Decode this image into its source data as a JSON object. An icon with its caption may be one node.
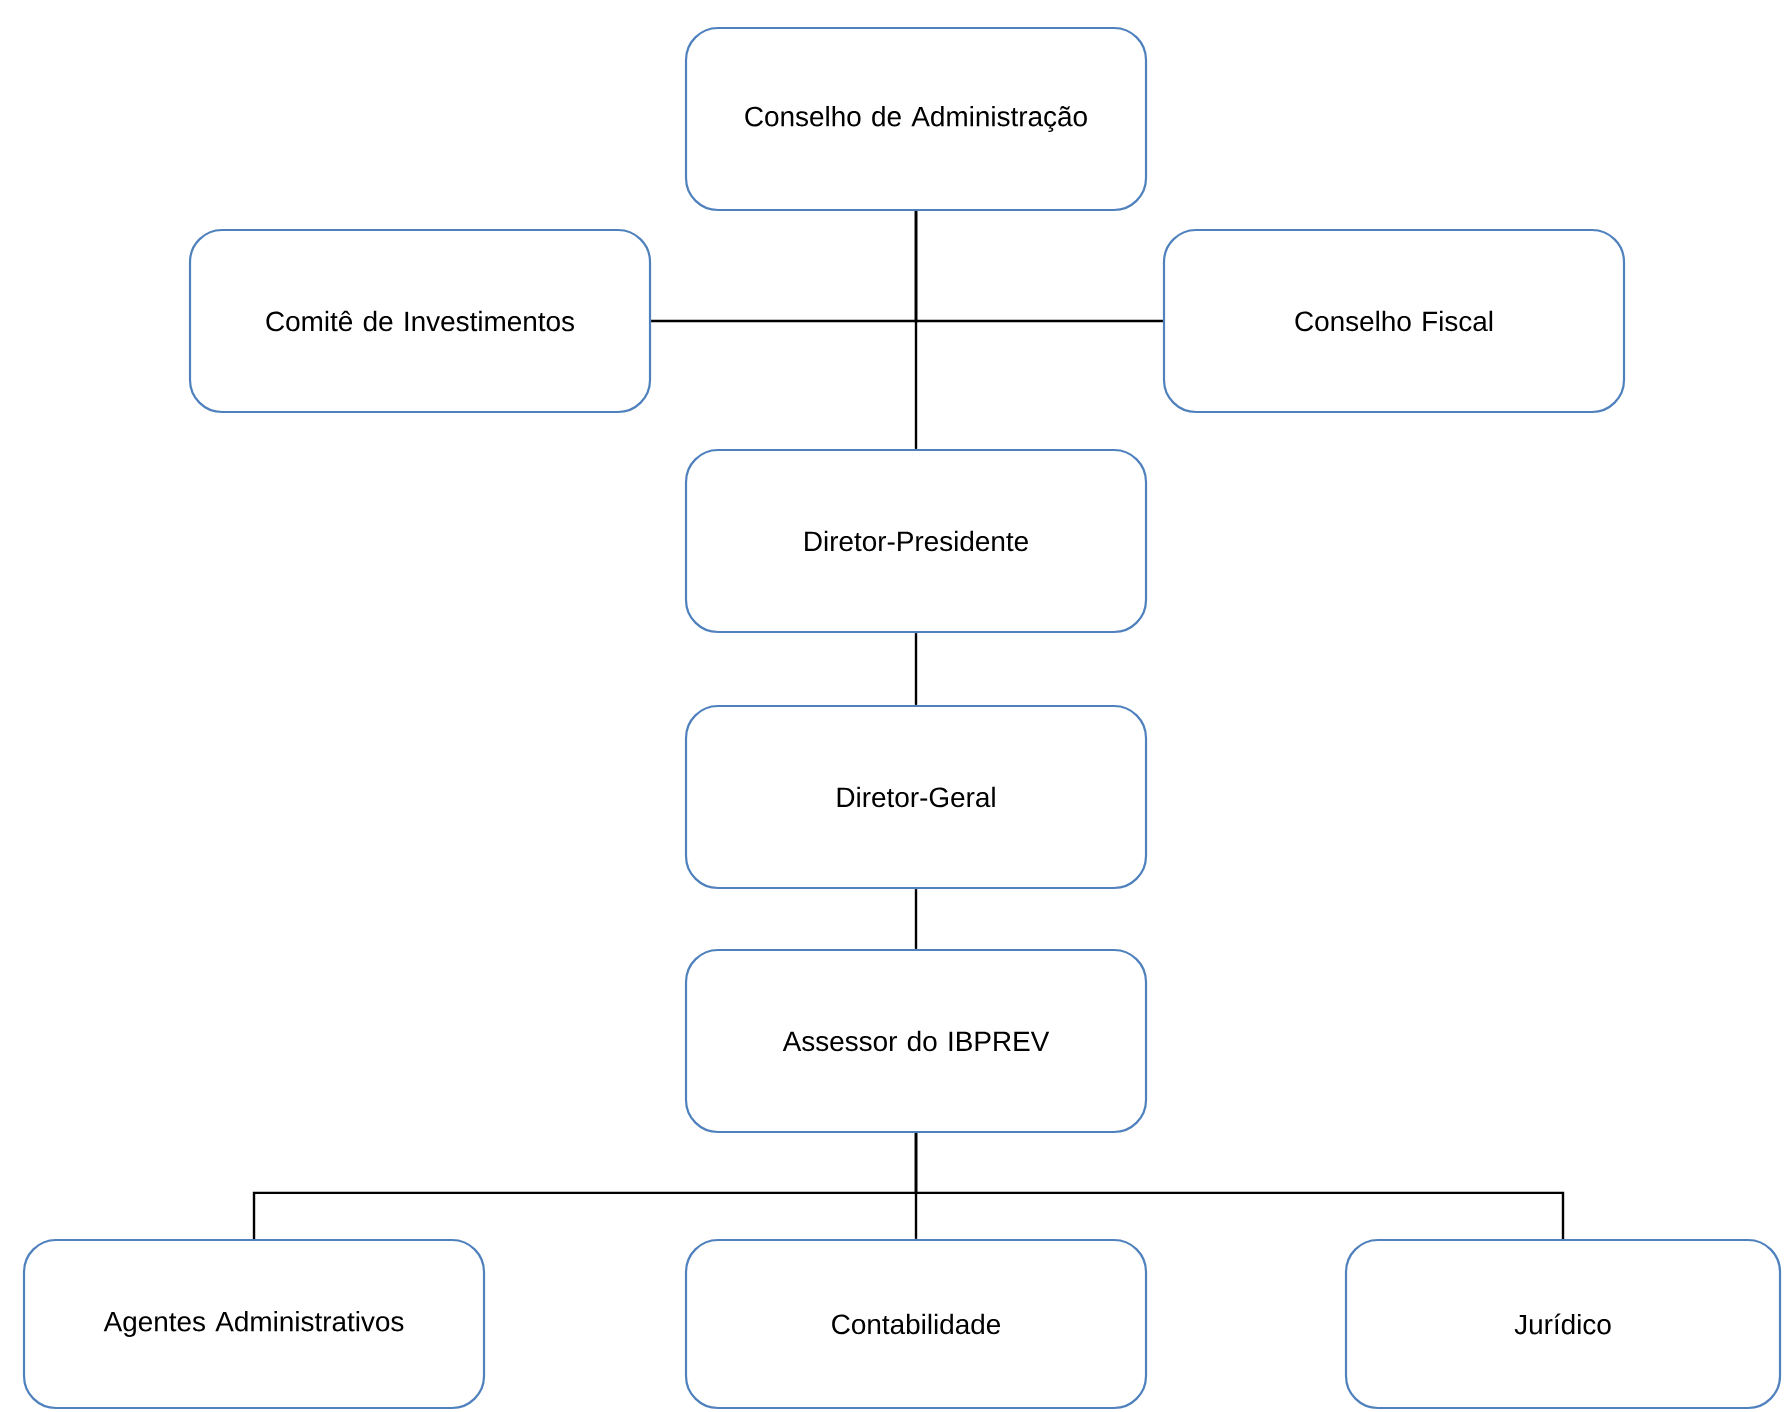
{
  "diagram": {
    "nodes": [
      {
        "text": [
          "Conselho de Administração"
        ]
      },
      {
        "text": [
          "Comitê de Investimentos"
        ]
      },
      {
        "text": [
          "Conselho Fiscal"
        ]
      },
      {
        "text": [
          "Diretor-Presidente"
        ]
      },
      {
        "text": [
          "Diretor-Geral"
        ]
      },
      {
        "text": [
          "Assessor do IBPREV"
        ]
      },
      {
        "text": [
          "Agentes Administrativos"
        ]
      },
      {
        "text": [
          "Contabilidade"
        ]
      },
      {
        "text": [
          "Jurídico"
        ]
      }
    ],
    "edges": [
      {
        "from": 0,
        "to": 1,
        "arrow": "none"
      },
      {
        "from": 0,
        "to": 2,
        "arrow": "none"
      },
      {
        "from": 0,
        "to": 3,
        "arrow": "none"
      },
      {
        "from": 3,
        "to": 4,
        "arrow": "none"
      },
      {
        "from": 4,
        "to": 5,
        "arrow": "none"
      },
      {
        "from": 5,
        "to": 6,
        "arrow": "none"
      },
      {
        "from": 5,
        "to": 7,
        "arrow": "none"
      },
      {
        "from": 5,
        "to": 8,
        "arrow": "none"
      }
    ]
  }
}
